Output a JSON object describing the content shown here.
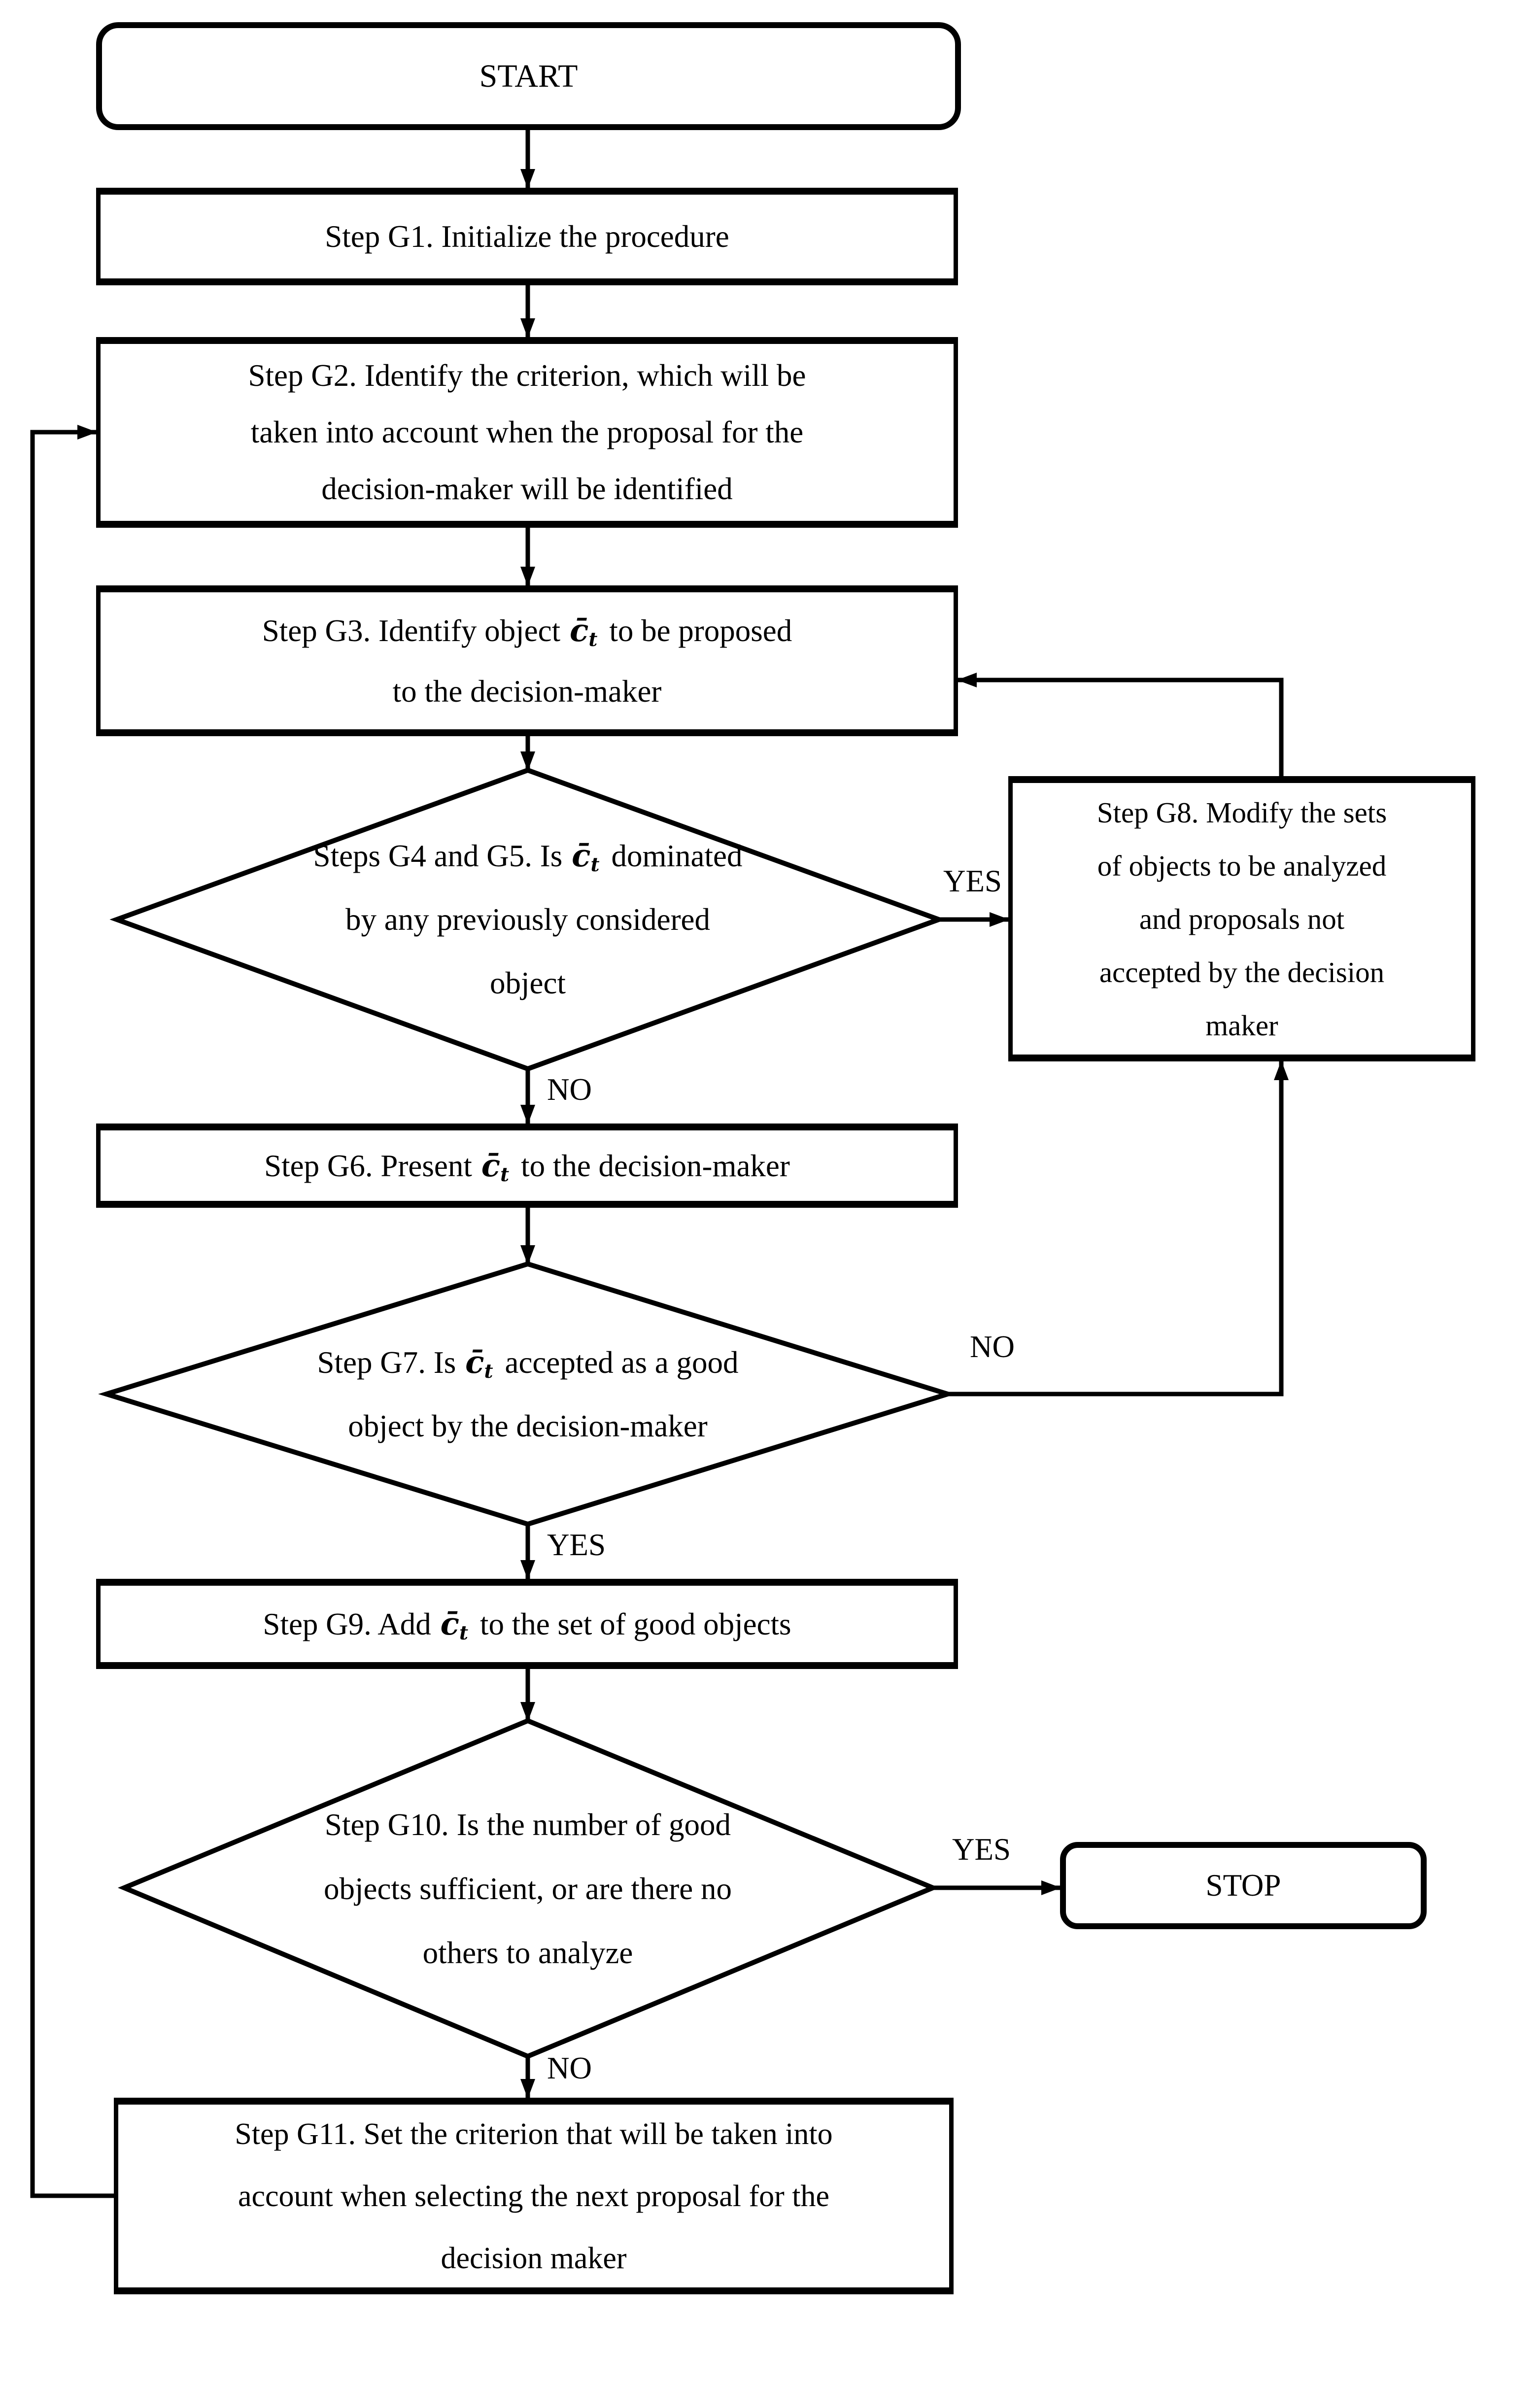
{
  "flowchart": {
    "terminals": {
      "start": "START",
      "stop": "STOP"
    },
    "symbol": {
      "base": "c̄",
      "sub": "t"
    },
    "nodes": {
      "g1": {
        "line1": "Step G1. Initialize the procedure"
      },
      "g2": {
        "lines": [
          "Step G2. Identify the criterion, which will be",
          "taken into account when the proposal for the",
          "decision-maker will be identified"
        ]
      },
      "g3": {
        "line1_pre": "Step G3. Identify object",
        "line1_post": "to be proposed",
        "line2": "to the decision-maker"
      },
      "g45": {
        "line1_pre": "Steps G4 and G5. Is",
        "line1_post": "dominated",
        "line2": "by any previously considered",
        "line3": "object"
      },
      "g6": {
        "line1_pre": "Step G6. Present",
        "line1_post": "to the decision-maker"
      },
      "g7": {
        "line1_pre": "Step G7. Is",
        "line1_post": "accepted as a good",
        "line2": "object by the decision-maker"
      },
      "g8": {
        "lines": [
          "Step G8. Modify the sets",
          "of objects to be analyzed",
          "and proposals not",
          "accepted by the decision",
          "maker"
        ]
      },
      "g9": {
        "line1_pre": "Step G9. Add",
        "line1_post": "to the set of good objects"
      },
      "g10": {
        "lines": [
          "Step G10. Is the number of good",
          "objects sufficient, or are there no",
          "others to analyze"
        ]
      },
      "g11": {
        "lines": [
          "Step G11. Set the criterion that will be taken into",
          "account when selecting the next proposal for the",
          "decision maker"
        ]
      }
    },
    "edge_labels": {
      "g45_yes": "YES",
      "g45_no": "NO",
      "g7_no": "NO",
      "g7_yes": "YES",
      "g10_yes": "YES",
      "g10_no": "NO"
    },
    "colors": {
      "stroke": "#000000",
      "fill": "#ffffff"
    }
  }
}
